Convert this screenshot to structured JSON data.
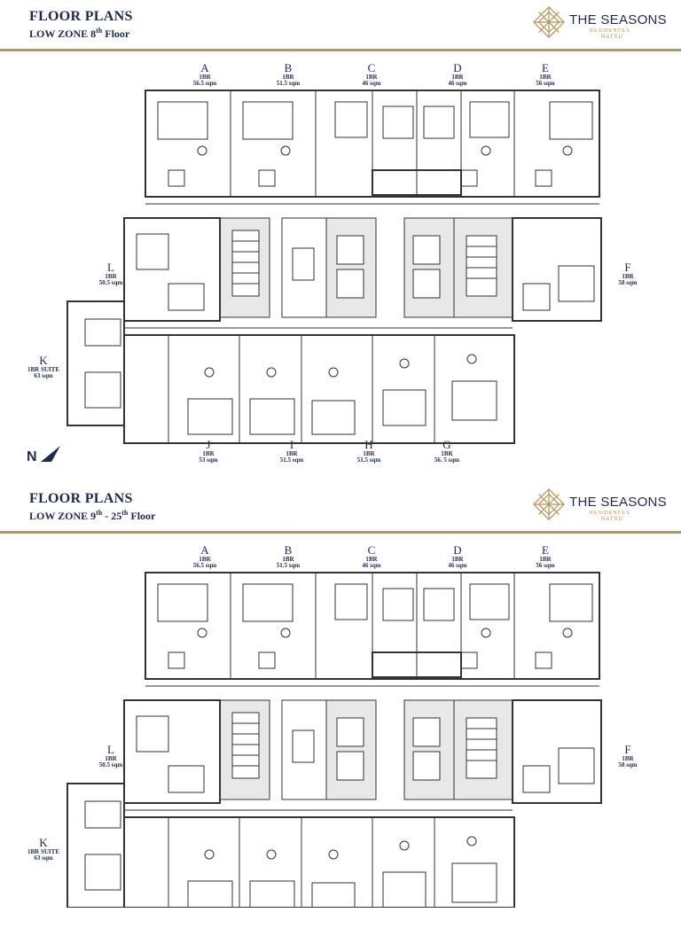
{
  "sheets": [
    {
      "title": "FLOOR PLANS",
      "zone_prefix": "LOW ZONE 8",
      "zone_sup": "th",
      "zone_suffix": " Floor",
      "has_north": true
    },
    {
      "title": "FLOOR PLANS",
      "zone_prefix": "LOW ZONE 9",
      "zone_sup": "th",
      "zone_mid": " - 25",
      "zone_sup2": "th",
      "zone_suffix": " Floor",
      "has_north": false
    }
  ],
  "brand": {
    "name": "THE SEASONS",
    "tagline": "RESIDENCES",
    "sub": "NATSU"
  },
  "units": {
    "A": {
      "letter": "A",
      "type": "1BR",
      "area": "56.5 sqm"
    },
    "B": {
      "letter": "B",
      "type": "1BR",
      "area": "51.5 sqm"
    },
    "C": {
      "letter": "C",
      "type": "1BR",
      "area": "46 sqm"
    },
    "D": {
      "letter": "D",
      "type": "1BR",
      "area": "46 sqm"
    },
    "E": {
      "letter": "E",
      "type": "1BR",
      "area": "56 sqm"
    },
    "F": {
      "letter": "F",
      "type": "1BR",
      "area": "58 sqm"
    },
    "G": {
      "letter": "G",
      "type": "1BR",
      "area": "56. 5 sqm"
    },
    "H": {
      "letter": "H",
      "type": "1BR",
      "area": "51.5 sqm"
    },
    "I": {
      "letter": "I",
      "type": "1BR",
      "area": "51.5 sqm"
    },
    "J": {
      "letter": "J",
      "type": "1BR",
      "area": "53 sqm"
    },
    "K": {
      "letter": "K",
      "type": "1BR SUITE",
      "area": "63 sqm"
    },
    "L": {
      "letter": "L",
      "type": "1BR",
      "area": "50.5 sqm"
    }
  },
  "north_label": "N",
  "colors": {
    "navy": "#1f2a4d",
    "gold": "#b8955a",
    "core_fill": "#e8e8e8"
  }
}
